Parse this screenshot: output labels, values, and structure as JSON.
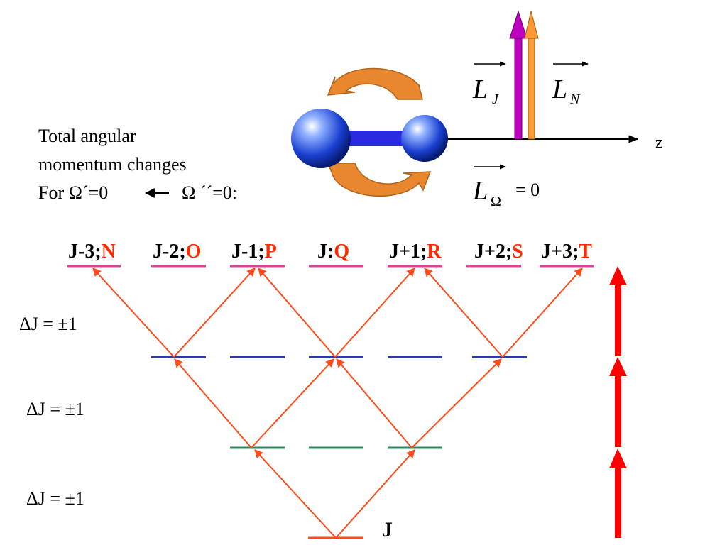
{
  "intro": {
    "line1": "Total angular",
    "line2": "momentum changes",
    "line3_prefix": "For  Ω´=0",
    "line3_suffix": "Ω ´´=0:"
  },
  "molecule": {
    "axis_label": "z",
    "vectors": {
      "lj_main": "L",
      "lj_sub": "J",
      "ln_main": "L",
      "ln_sub": "N",
      "lomega_main": "L",
      "lomega_sub": "Ω",
      "lomega_value": "= 0"
    }
  },
  "levels": {
    "top": [
      {
        "prefix": "J-3;",
        "branch": "N"
      },
      {
        "prefix": "J-2;",
        "branch": "O"
      },
      {
        "prefix": "J-1;",
        "branch": "P"
      },
      {
        "prefix": "J:",
        "branch": "Q"
      },
      {
        "prefix": "J+1;",
        "branch": "R"
      },
      {
        "prefix": "J+2;",
        "branch": "S"
      },
      {
        "prefix": "J+3;",
        "branch": "T"
      }
    ],
    "bottom_label": "J"
  },
  "delta_labels": [
    "ΔJ =  ±1",
    "ΔJ =  ±1",
    "ΔJ =  ±1"
  ],
  "colors": {
    "branch_letter": "#ff2a00",
    "top_level": "#e0409a",
    "middle_level": "#2a3bb5",
    "lower_level": "#2a8a5a",
    "bottom_level": "#ff4a1a",
    "transition": "#ff4a1a",
    "big_arrow": "#ff0000",
    "lj_vector": "#c000c0",
    "ln_vector": "#ff9933",
    "rotation_arrow": "#e8872e",
    "atom": "#1a3fd0",
    "bond": "#2a2ae0"
  }
}
